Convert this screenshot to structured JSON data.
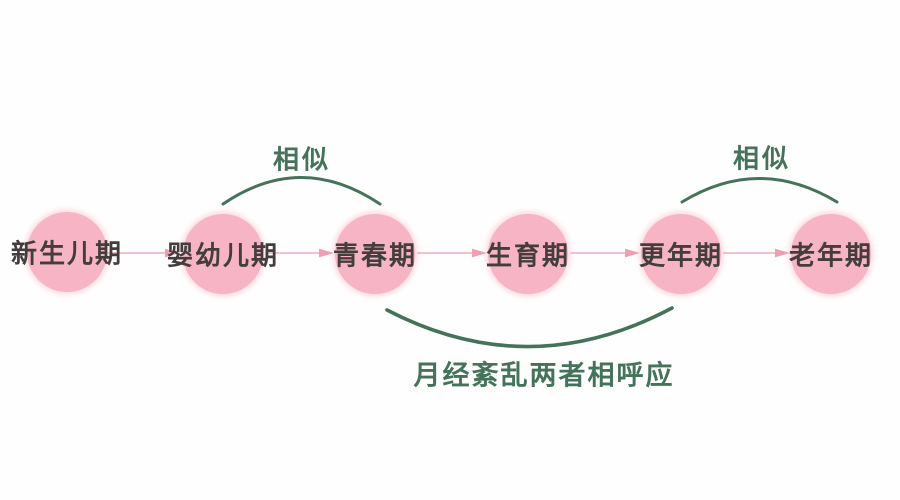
{
  "colors": {
    "background": "#fffefe",
    "circle_fill": "#f6b4c4",
    "circle_text": "#433d3e",
    "arrow_line": "#f3c2ce",
    "arrow_head": "#ee9fb5",
    "annotation_green": "#45735a"
  },
  "diagram": {
    "stages": [
      {
        "label": "新生儿期"
      },
      {
        "label": "婴幼儿期"
      },
      {
        "label": "青春期"
      },
      {
        "label": "生育期"
      },
      {
        "label": "更年期"
      },
      {
        "label": "老年期"
      }
    ],
    "annotations": {
      "similar_left": {
        "label": "相似",
        "connects": [
          "婴幼儿期",
          "青春期"
        ]
      },
      "similar_right": {
        "label": "相似",
        "connects": [
          "更年期",
          "老年期"
        ]
      },
      "bottom": {
        "label": "月经紊乱两者相呼应",
        "connects": [
          "青春期",
          "更年期"
        ]
      }
    }
  }
}
